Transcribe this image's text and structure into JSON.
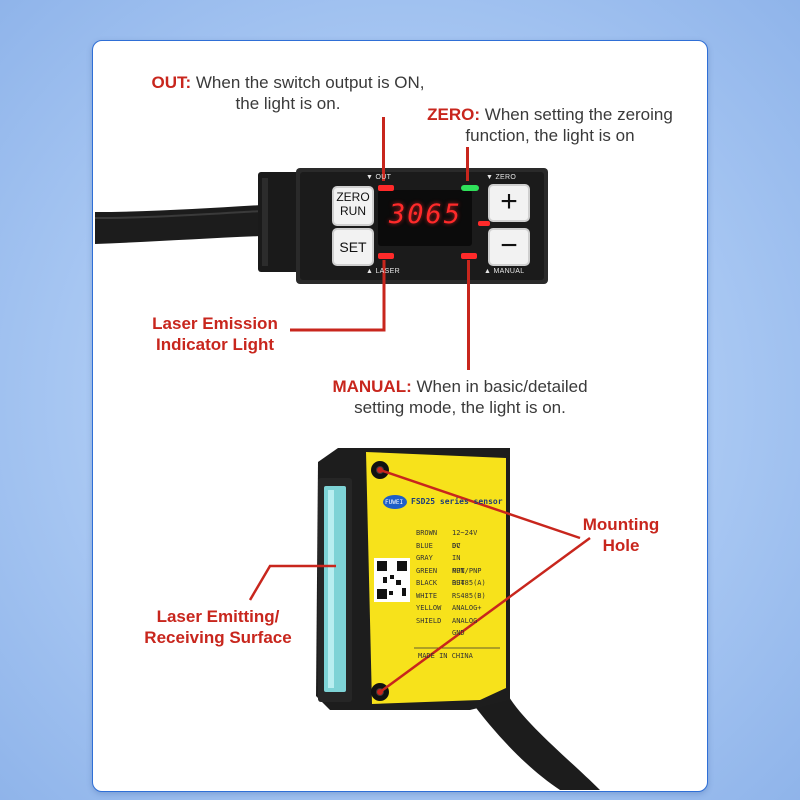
{
  "annotations": {
    "out": {
      "title": "OUT:",
      "line1": " When the switch output is ON,",
      "line2": "the light is on."
    },
    "zero": {
      "title": "ZERO:",
      "line1": " When setting the zeroing",
      "line2": "function, the light is on"
    },
    "laser_light": {
      "line1": "Laser Emission",
      "line2": "Indicator Light"
    },
    "manual": {
      "title": "MANUAL:",
      "line1": " When in basic/detailed",
      "line2": "setting mode, the light is on."
    },
    "mounting": {
      "line1": "Mounting",
      "line2": "Hole"
    },
    "surface": {
      "line1": "Laser Emitting/",
      "line2": "Receiving Surface"
    }
  },
  "controller": {
    "display": "3065",
    "zero_run_label_1": "ZERO",
    "zero_run_label_2": "RUN",
    "set_label": "SET",
    "plus_symbol": "+",
    "minus_symbol": "−",
    "out_tag": "▼ OUT",
    "zero_tag": "▼ ZERO",
    "laser_tag": "▲ LASER",
    "manual_tag": "▲ MANUAL"
  },
  "sensor": {
    "brand": "FUWEI",
    "model": "FSD25 series sensor",
    "wiring": [
      {
        "color": "BROWN",
        "signal": "12~24V DC"
      },
      {
        "color": "BLUE",
        "signal": "0V"
      },
      {
        "color": "GRAY",
        "signal": "IN PUT"
      },
      {
        "color": "GREEN",
        "signal": "NPN/PNP OUT"
      },
      {
        "color": "BLACK",
        "signal": "RS485(A)"
      },
      {
        "color": "WHITE",
        "signal": "RS485(B)"
      },
      {
        "color": "YELLOW",
        "signal": "ANALOG+"
      },
      {
        "color": "SHIELD",
        "signal": "ANALOG GND"
      }
    ],
    "made_in": "MADE IN CHINA"
  },
  "colors": {
    "accent_red": "#c8261d",
    "frame_blue": "#2f6fd6",
    "label_yellow": "#f7e21b",
    "led_green": "#2fe05a"
  }
}
